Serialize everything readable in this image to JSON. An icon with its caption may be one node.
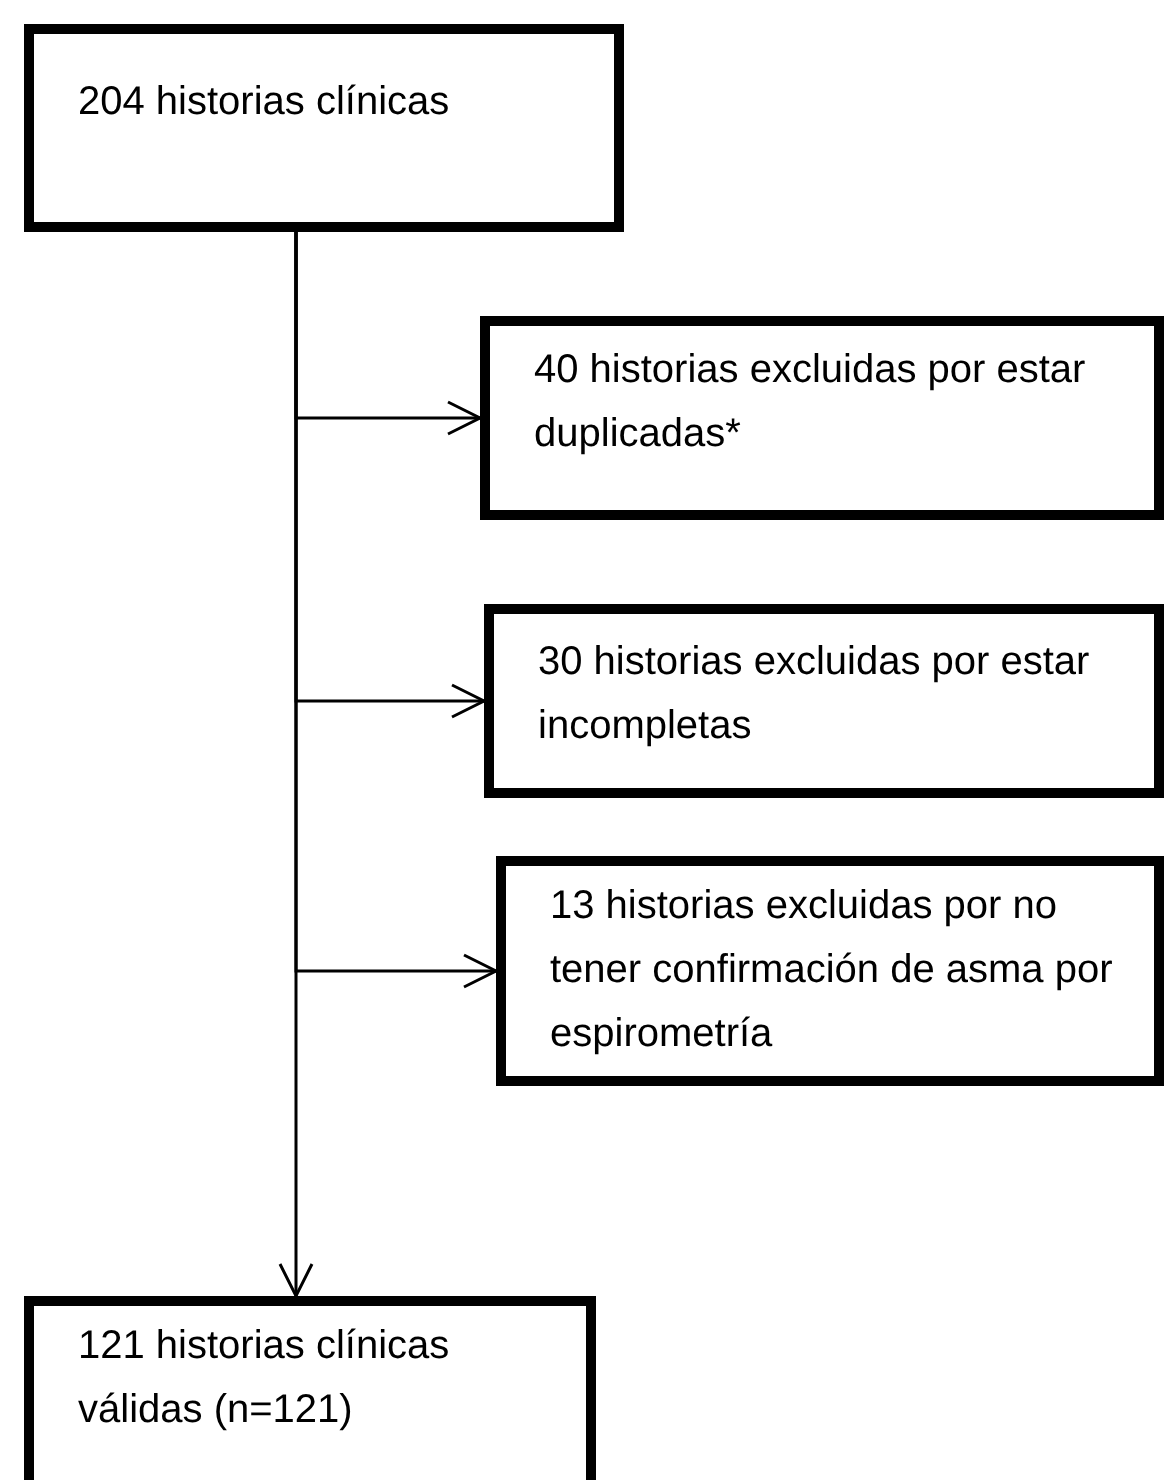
{
  "diagram": {
    "nodes": [
      {
        "text": [
          "204 historias clínicas"
        ]
      },
      {
        "text": [
          "40 historias excluidas por estar duplicadas*"
        ]
      },
      {
        "text": [
          "30 historias excluidas por estar incompletas"
        ]
      },
      {
        "text": [
          "13 historias excluidas por no tener confirmación de asma por espirometría"
        ]
      },
      {
        "text": [
          "121 historias clínicas válidas (n=121)"
        ]
      }
    ],
    "edges": [
      {
        "from": 0,
        "to": 4,
        "arrow": "to"
      },
      {
        "from": 0,
        "to": 1,
        "arrow": "to"
      },
      {
        "from": 0,
        "to": 2,
        "arrow": "to"
      },
      {
        "from": 0,
        "to": 3,
        "arrow": "to"
      }
    ]
  }
}
